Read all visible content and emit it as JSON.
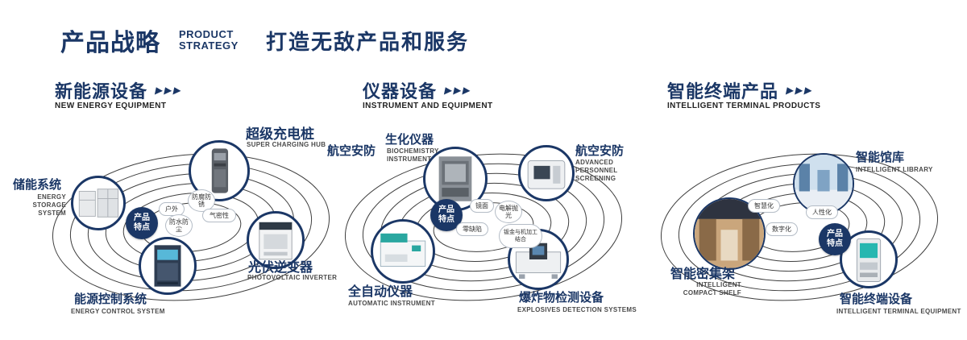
{
  "header": {
    "title": "产品战略",
    "subtitle_line1": "PRODUCT",
    "subtitle_line2": "STRATEGY",
    "tagline": "打造无敌产品和服务"
  },
  "icons": {
    "triple_arrow": "▶▶▶"
  },
  "colors": {
    "navy": "#1b3766"
  },
  "sections": [
    {
      "title": "新能源设备",
      "subtitle": "NEW ENERGY EQUIPMENT",
      "badge": "产品特点",
      "tags": [
        "户外",
        "防腐防锈",
        "气密性",
        "防水防尘"
      ],
      "nodes": [
        {
          "zh": "超级充电桩",
          "en": "SUPER CHARGING HUB"
        },
        {
          "zh": "储能系统",
          "en": "ENERGY STORAGE SYSTEM"
        },
        {
          "zh": "光伏逆变器",
          "en": "PHOTOVOLTAIC INVERTER"
        },
        {
          "zh": "能源控制系统",
          "en": "ENERGY CONTROL SYSTEM"
        }
      ]
    },
    {
      "title": "仪器设备",
      "subtitle": "INSTRUMENT AND EQUIPMENT",
      "badge": "产品特点",
      "side_label": "航空安防",
      "tags": [
        "镜面",
        "电解抛光",
        "零缺陷",
        "钣金与机加工结合"
      ],
      "nodes": [
        {
          "zh": "生化仪器",
          "en": "BIOCHEMISTRY INSTRUMENT"
        },
        {
          "zh": "航空安防",
          "en": "ADVANCED PERSONNEL SCREENING"
        },
        {
          "zh": "全自动仪器",
          "en": "AUTOMATIC INSTRUMENT"
        },
        {
          "zh": "爆炸物检测设备",
          "en": "EXPLOSIVES DETECTION SYSTEMS"
        }
      ]
    },
    {
      "title": "智能终端产品",
      "subtitle": "INTELLIGENT TERMINAL PRODUCTS",
      "badge": "产品特点",
      "tags": [
        "智慧化",
        "人性化",
        "数字化"
      ],
      "nodes": [
        {
          "zh": "智能馆库",
          "en": "INTELLIGENT LIBRARY"
        },
        {
          "zh": "智能密集架",
          "en": "INTELLIGENT COMPACT SHELF"
        },
        {
          "zh": "智能终端设备",
          "en": "INTELLIGENT TERMINAL EQUIPMENT"
        }
      ]
    }
  ]
}
